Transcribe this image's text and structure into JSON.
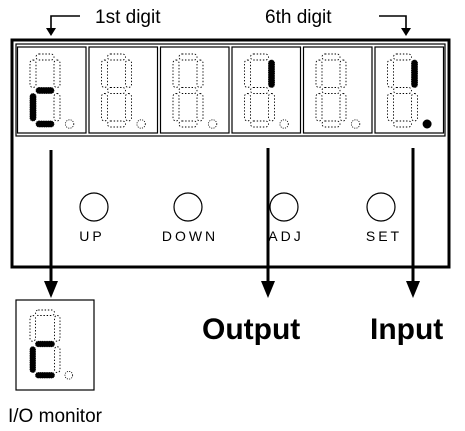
{
  "labels": {
    "first_digit": "1st digit",
    "sixth_digit": "6th digit",
    "output": "Output",
    "input": "Input",
    "io_monitor": "I/O monitor"
  },
  "display": {
    "digits": [
      {
        "segments_on": [
          "d",
          "e",
          "g"
        ],
        "dp_on": false
      },
      {
        "segments_on": [],
        "dp_on": false
      },
      {
        "segments_on": [],
        "dp_on": false
      },
      {
        "segments_on": [
          "b"
        ],
        "dp_on": false
      },
      {
        "segments_on": [],
        "dp_on": false
      },
      {
        "segments_on": [
          "b"
        ],
        "dp_on": true
      }
    ]
  },
  "buttons": [
    {
      "id": "up",
      "label": "UP"
    },
    {
      "id": "down",
      "label": "DOWN"
    },
    {
      "id": "adj",
      "label": "ADJ"
    },
    {
      "id": "set",
      "label": "SET"
    }
  ],
  "io_monitor_digit": {
    "segments_on": [
      "d",
      "e",
      "g"
    ],
    "dp_on": false
  },
  "colors": {
    "ink": "#000000",
    "background": "#ffffff"
  }
}
